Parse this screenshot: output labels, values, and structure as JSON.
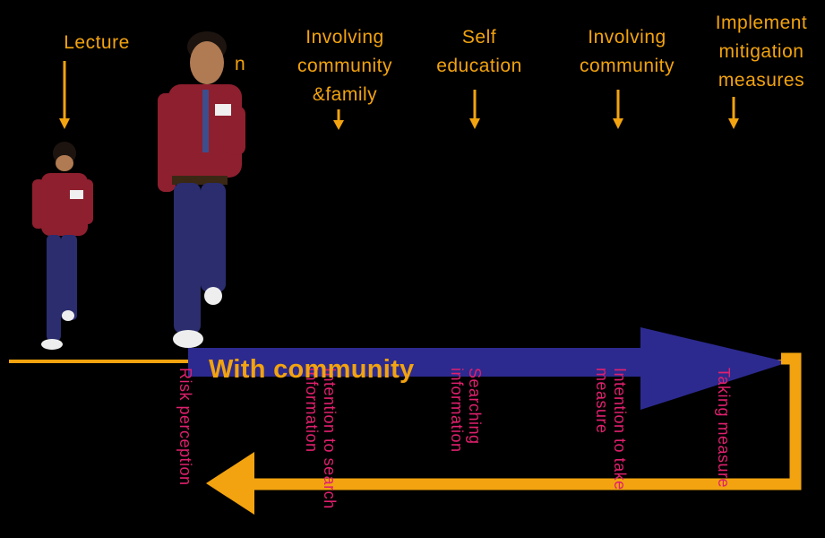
{
  "labels": {
    "lecture": "Lecture",
    "partial_n": "n",
    "involving_family": "Involving\ncommunity\n&family",
    "self_education": "Self\neducation",
    "involving_community": "Involving\ncommunity",
    "implement": "Implement\nmitigation\nmeasures"
  },
  "band_label": "With community",
  "stages": {
    "risk_perception": "Risk perception",
    "intention_search": "Intention to search\ninformation",
    "searching_info": "Searching\ninformation",
    "intention_take": "Intention to take\nmeasure",
    "taking_measure": "Taking measure"
  },
  "colors": {
    "background": "#000000",
    "orange": "#f2a30f",
    "blue": "#2c2a8f",
    "magenta": "#e0206e"
  }
}
